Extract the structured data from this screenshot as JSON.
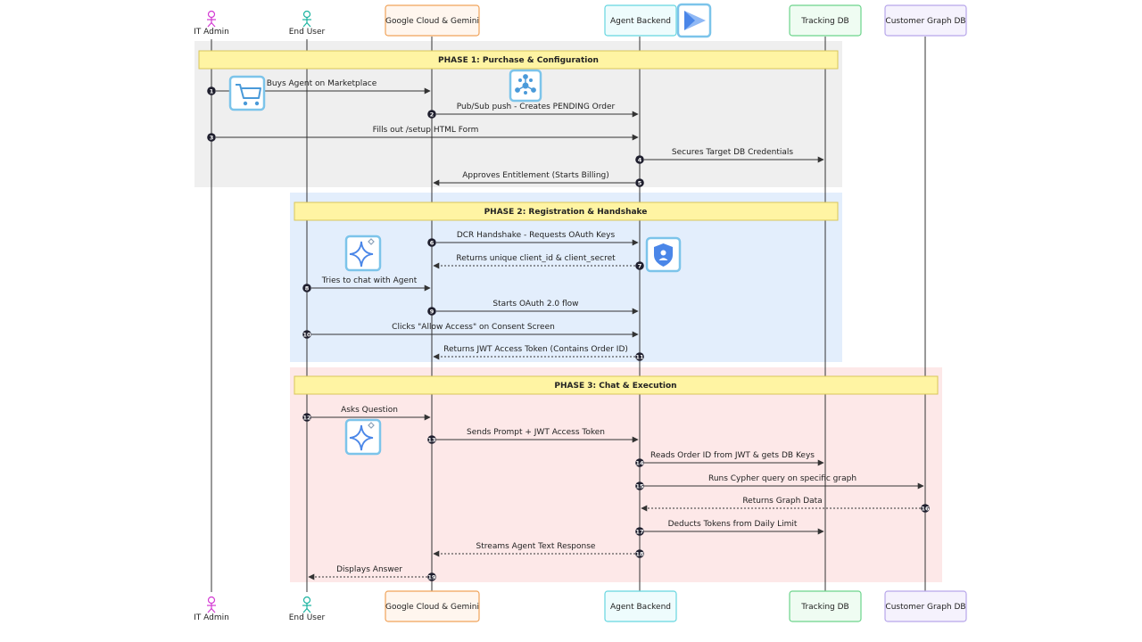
{
  "colors": {
    "phase1_bg": "#efefef",
    "phase2_bg": "#e3eefc",
    "phase3_bg": "#fde8e8",
    "phase_banner_fill": "#fff4a3",
    "phase_banner_stroke": "#d9c65a",
    "lifeline": "#333333",
    "icon_tile": "#7cc4ea",
    "it_admin": "#d33ad3",
    "end_user": "#1ab3a0",
    "google_cloud_border": "#f0a35a",
    "agent_backend_border": "#66d6e0",
    "tracking_db_border": "#6cd48b",
    "customer_graph_border": "#b7a6ea"
  },
  "participants": [
    {
      "id": "it_admin",
      "label": "IT Admin",
      "kind": "actor",
      "color": "#d33ad3"
    },
    {
      "id": "end_user",
      "label": "End User",
      "kind": "actor",
      "color": "#1ab3a0"
    },
    {
      "id": "gcloud",
      "label": "Google Cloud & Gemini",
      "kind": "box",
      "border": "#f0a35a",
      "fill": "#fff6ee"
    },
    {
      "id": "backend",
      "label": "Agent Backend",
      "kind": "box",
      "border": "#66d6e0",
      "fill": "#eefcfd"
    },
    {
      "id": "tracking",
      "label": "Tracking DB",
      "kind": "box",
      "border": "#6cd48b",
      "fill": "#effcf2"
    },
    {
      "id": "graph",
      "label": "Customer Graph DB",
      "kind": "box",
      "border": "#b7a6ea",
      "fill": "#f5f2fd"
    }
  ],
  "phases": [
    {
      "label": "PHASE 1: Purchase & Configuration",
      "bg": "#efefef"
    },
    {
      "label": "PHASE 2: Registration & Handshake",
      "bg": "#e3eefc"
    },
    {
      "label": "PHASE 3: Chat & Execution",
      "bg": "#fde8e8"
    }
  ],
  "messages": [
    {
      "n": "1",
      "from": "it_admin",
      "to": "gcloud",
      "label": "Buys Agent on Marketplace",
      "dashed": false
    },
    {
      "n": "2",
      "from": "gcloud",
      "to": "backend",
      "label": "Pub/Sub push - Creates PENDING Order",
      "dashed": false
    },
    {
      "n": "3",
      "from": "it_admin",
      "to": "backend",
      "label": "Fills out /setup HTML Form",
      "dashed": false
    },
    {
      "n": "4",
      "from": "backend",
      "to": "tracking",
      "label": "Secures Target DB Credentials",
      "dashed": false
    },
    {
      "n": "5",
      "from": "backend",
      "to": "gcloud",
      "label": "Approves Entitlement (Starts Billing)",
      "dashed": false
    },
    {
      "n": "6",
      "from": "gcloud",
      "to": "backend",
      "label": "DCR Handshake - Requests OAuth Keys",
      "dashed": false
    },
    {
      "n": "7",
      "from": "backend",
      "to": "gcloud",
      "label": "Returns unique client_id & client_secret",
      "dashed": true
    },
    {
      "n": "8",
      "from": "end_user",
      "to": "gcloud",
      "label": "Tries to chat with Agent",
      "dashed": false
    },
    {
      "n": "9",
      "from": "gcloud",
      "to": "backend",
      "label": "Starts OAuth 2.0 flow",
      "dashed": false
    },
    {
      "n": "10",
      "from": "end_user",
      "to": "backend",
      "label": "Clicks \"Allow Access\" on Consent Screen",
      "dashed": false
    },
    {
      "n": "11",
      "from": "backend",
      "to": "gcloud",
      "label": "Returns JWT Access Token (Contains Order ID)",
      "dashed": true
    },
    {
      "n": "12",
      "from": "end_user",
      "to": "gcloud",
      "label": "Asks Question",
      "dashed": false
    },
    {
      "n": "13",
      "from": "gcloud",
      "to": "backend",
      "label": "Sends Prompt + JWT Access Token",
      "dashed": false
    },
    {
      "n": "14",
      "from": "backend",
      "to": "tracking",
      "label": "Reads Order ID from JWT & gets DB Keys",
      "dashed": false
    },
    {
      "n": "15",
      "from": "backend",
      "to": "graph",
      "label": "Runs Cypher query on specific graph",
      "dashed": false
    },
    {
      "n": "16",
      "from": "graph",
      "to": "backend",
      "label": "Returns Graph Data",
      "dashed": true
    },
    {
      "n": "17",
      "from": "backend",
      "to": "tracking",
      "label": "Deducts Tokens from Daily Limit",
      "dashed": false
    },
    {
      "n": "18",
      "from": "backend",
      "to": "gcloud",
      "label": "Streams Agent Text Response",
      "dashed": true
    },
    {
      "n": "19",
      "from": "gcloud",
      "to": "end_user",
      "label": "Displays Answer",
      "dashed": true
    }
  ],
  "icons": [
    {
      "name": "cart-icon"
    },
    {
      "name": "pubsub-icon"
    },
    {
      "name": "agent-builder-icon"
    },
    {
      "name": "gemini-sparkle-icon"
    },
    {
      "name": "security-shield-icon"
    },
    {
      "name": "gemini-sparkle-icon"
    }
  ]
}
